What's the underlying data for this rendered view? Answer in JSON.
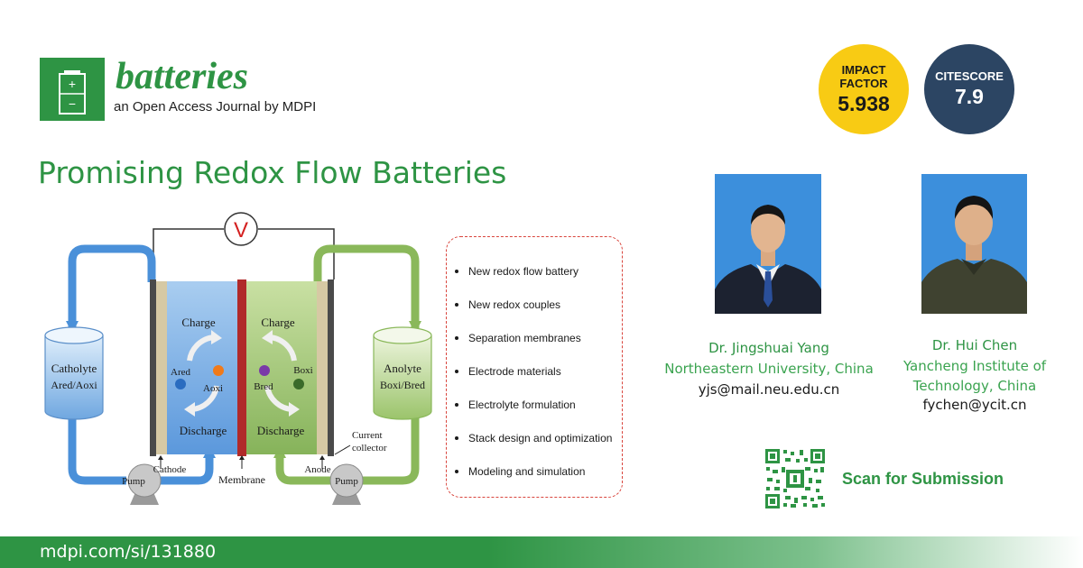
{
  "journal": {
    "name": "batteries",
    "subtitle": "an Open Access Journal by MDPI",
    "logo_symbols": {
      "plus": "+",
      "minus": "−"
    }
  },
  "metrics": {
    "impact_factor": {
      "label_line1": "IMPACT",
      "label_line2": "FACTOR",
      "value": "5.938"
    },
    "citescore": {
      "label": "CITESCORE",
      "value": "7.9"
    }
  },
  "special_issue": {
    "title": "Promising Redox Flow Batteries"
  },
  "diagram": {
    "voltmeter": "V",
    "catholyte": {
      "name": "Catholyte",
      "species": "Ared/Aoxi"
    },
    "anolyte": {
      "name": "Anolyte",
      "species": "Boxi/Bred"
    },
    "charge_left": "Charge",
    "charge_right": "Charge",
    "discharge_left": "Discharge",
    "discharge_right": "Discharge",
    "a_red": "Ared",
    "a_oxi": "Aoxi",
    "b_red": "Bred",
    "b_oxi": "Boxi",
    "cathode": "Cathode",
    "membrane": "Membrane",
    "anode": "Anode",
    "current_collector_line1": "Current",
    "current_collector_line2": "collector",
    "pump_left": "Pump",
    "pump_right": "Pump"
  },
  "topics": [
    "New redox flow battery",
    "New redox couples",
    "Separation membranes",
    "Electrode materials",
    "Electrolyte formulation",
    "Stack design and optimization",
    "Modeling and simulation"
  ],
  "editors": [
    {
      "name": "Dr. Jingshuai Yang",
      "affiliation_line1": "Northeastern University, China",
      "affiliation_line2": "",
      "email": "yjs@mail.neu.edu.cn"
    },
    {
      "name": "Dr. Hui Chen",
      "affiliation_line1": "Yancheng Institute of",
      "affiliation_line2": "Technology, China",
      "email": "fychen@ycit.cn"
    }
  ],
  "submission": {
    "label": "Scan for Submission"
  },
  "footer": {
    "url": "mdpi.com/si/131880"
  },
  "colors": {
    "brand_green": "#2e9444",
    "impact_yellow": "#f8cb14",
    "citescore_navy": "#2c4563",
    "topics_border": "#d9453d"
  }
}
